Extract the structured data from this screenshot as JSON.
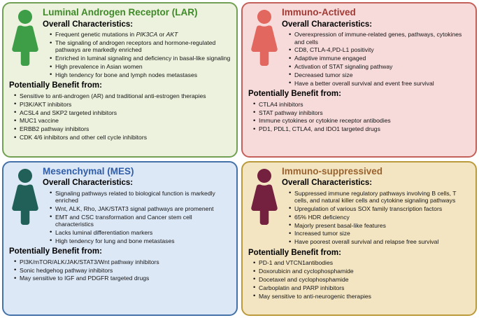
{
  "labels": {
    "overall_header": "Overall Characteristics:",
    "benefit_header": "Potentially Benefit from:"
  },
  "cards": [
    {
      "id": "lar",
      "title": "Luminal Androgen Receptor (LAR)",
      "colors": {
        "background": "#ecf2dd",
        "border": "#71a054",
        "title": "#3f8a28",
        "icon": "#3d9e47"
      },
      "characteristics": [
        {
          "parts": [
            {
              "text": "Frequent genetic mutations in ",
              "italic": false
            },
            {
              "text": "PIK3CA",
              "italic": true
            },
            {
              "text": " or ",
              "italic": false
            },
            {
              "text": "AKT",
              "italic": true
            }
          ]
        },
        "The signaling of androgen receptors and hormone-regulated pathways are markedly enriched",
        "Enriched in luminal signaling and deficiency in basal-like signaling",
        "High prevalence in Asian women",
        "High tendency for bone and lymph nodes metastases"
      ],
      "benefits": [
        "Sensitive to anti-androgen (AR) and traditional anti-estrogen therapies",
        "PI3K/AKT inhibitors",
        "ACSL4 and SKP2 targeted inhibitors",
        "MUC1 vaccine",
        "ERBB2 pathway inhibitors",
        "CDK 4/6 inhibitors and other cell cycle inhibitors"
      ]
    },
    {
      "id": "immuno-actived",
      "title": "Immuno-Actived",
      "colors": {
        "background": "#f7dada",
        "border": "#c4605a",
        "title": "#a03a34",
        "icon": "#e2685f"
      },
      "characteristics": [
        "Overexpression of immune-related genes, pathways, cytokines and cells",
        "CD8, CTLA-4,PD-L1 positivity",
        "Adaptive immune engaged",
        "Activation of STAT signaling pathway",
        "Decreased tumor size",
        "Have a better overall survival and event free survival"
      ],
      "benefits": [
        "CTLA4 inhibitors",
        "STAT pathway inhibitors",
        "Immune cytokines or cytokine receptor antibodies",
        "PD1, PDL1, CTLA4, and IDO1 targeted drugs"
      ]
    },
    {
      "id": "mes",
      "title": "Mesenchymal (MES)",
      "colors": {
        "background": "#dde8f6",
        "border": "#4472a8",
        "title": "#2f5da8",
        "icon": "#206058"
      },
      "characteristics": [
        "Signaling pathways related to biological function is markedly enriched",
        "Wnt, ALK, Rho, JAK/STAT3 signal pathways are promenent",
        "EMT and CSC transformation and Cancer stem cell characteristics",
        "Lacks luminal differentiation markers",
        "High tendency for lung and bone metastases"
      ],
      "benefits": [
        "PI3K/mTOR/ALK/JAK/STAT3/Wnt pathway inhibitors",
        "Sonic hedgehog pathway inhibitors",
        "May sensitive to IGF and PDGFR targeted drugs"
      ]
    },
    {
      "id": "immuno-suppressived",
      "title": "Immuno-suppressived",
      "colors": {
        "background": "#f3e5c2",
        "border": "#bb9a3c",
        "title": "#99622e",
        "icon": "#74213f"
      },
      "characteristics": [
        "Suppressed immune regulatory pathways involving B cells, T cells, and natural killer cells and cytokine signaling pathways",
        "Upregulation of various SOX family transcription factors",
        "65% HDR deficiency",
        "Majorly present basal-like features",
        "Increased tumor size",
        "Have poorest overall survival and relapse free survival"
      ],
      "benefits": [
        "PD-1 and VTCN1antibodies",
        "Doxorubicin and cyclophosphamide",
        "Docetaxel and cyclophosphamide",
        "Carboplatin and PARP inhibitors",
        "May sensitive to anti-neurogenic therapies"
      ]
    }
  ]
}
